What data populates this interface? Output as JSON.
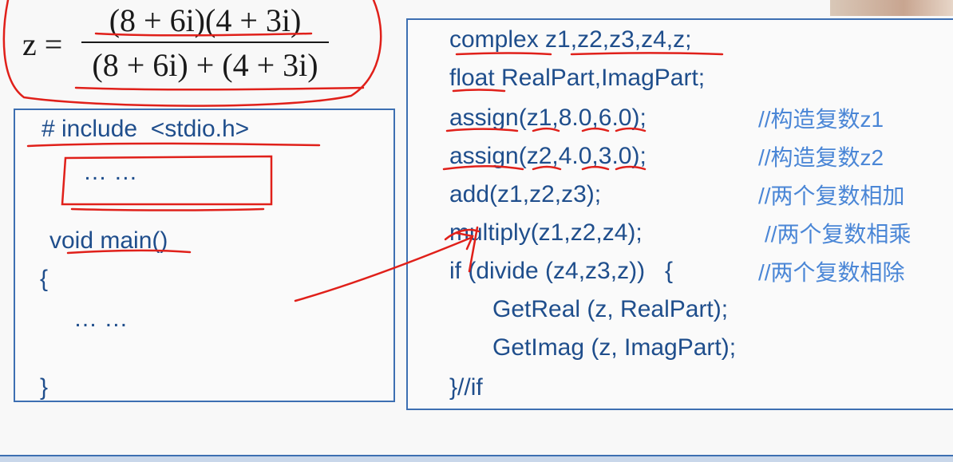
{
  "formula": {
    "lhs": "z =",
    "numerator": "(8 + 6i)(4 + 3i)",
    "denominator": "(8 + 6i) + (4 + 3i)"
  },
  "left_code": [
    "# include  <stdio.h>",
    "… …",
    "void main()",
    "{",
    "… …",
    "}"
  ],
  "right_code": [
    "complex z1,z2,z3,z4,z;",
    "float RealPart,ImagPart;",
    "assign(z1,8.0,6.0);",
    "assign(z2,4.0,3.0);",
    "add(z1,z2,z3);",
    "multiply(z1,z2,z4);",
    "if (divide (z4,z3,z))   {",
    "GetReal (z, RealPart);",
    "GetImag (z, ImagPart);",
    "}//if"
  ],
  "comments": [
    "//构造复数z1",
    "//构造复数z2",
    "//两个复数相加",
    "//两个复数相乘",
    "//两个复数相除"
  ],
  "colors": {
    "code": "#1f4e8c",
    "comment": "#4a86d6",
    "ink": "#e0201a",
    "border": "#3d6fb2"
  }
}
